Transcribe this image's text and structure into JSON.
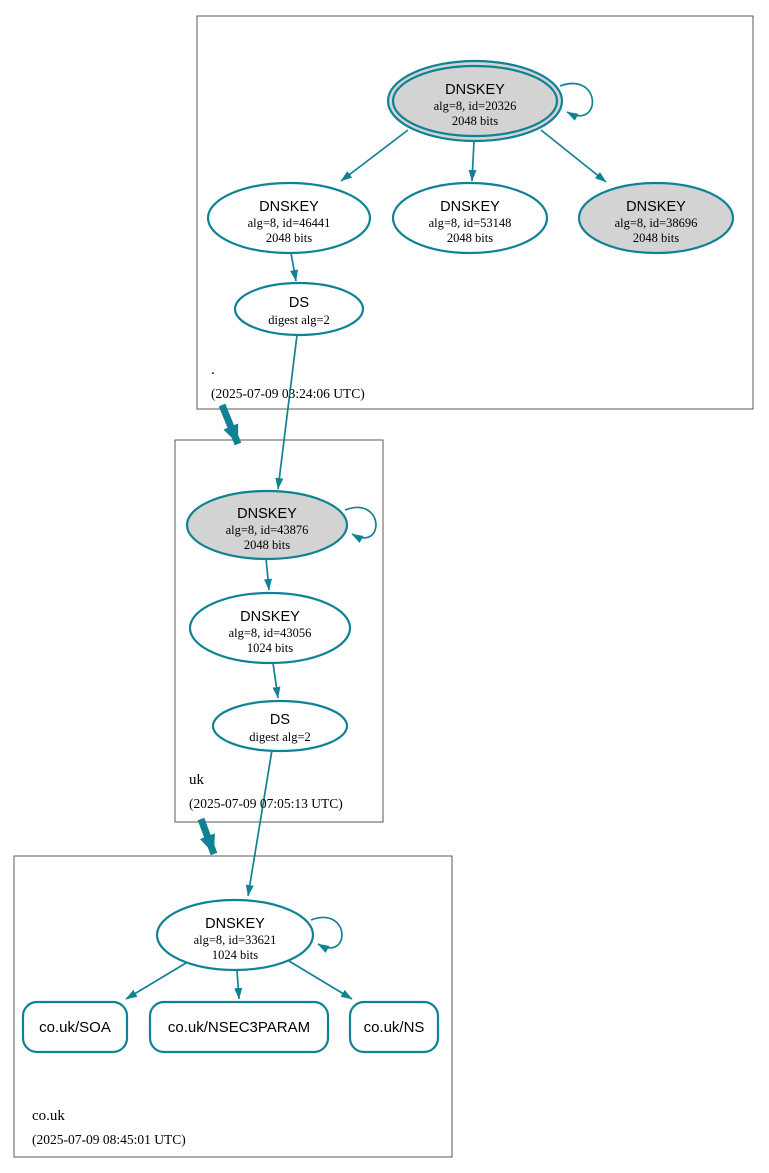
{
  "diagram_type": "dnssec-authentication-chain",
  "colors": {
    "edge": "#0f8294",
    "node_border": "#0f8294",
    "ksk_fill": "#d3d3d3",
    "node_fill": "#ffffff",
    "zone_box_border": "#595959",
    "text": "#000000"
  },
  "zones": {
    "root": {
      "label": ".",
      "timestamp": "(2025-07-09 03:24:06 UTC)",
      "ksk": {
        "title": "DNSKEY",
        "line1": "alg=8, id=20326",
        "line2": "2048 bits"
      },
      "key46441": {
        "title": "DNSKEY",
        "line1": "alg=8, id=46441",
        "line2": "2048 bits"
      },
      "key53148": {
        "title": "DNSKEY",
        "line1": "alg=8, id=53148",
        "line2": "2048 bits"
      },
      "key38696": {
        "title": "DNSKEY",
        "line1": "alg=8, id=38696",
        "line2": "2048 bits"
      },
      "ds": {
        "title": "DS",
        "line1": "digest alg=2"
      }
    },
    "uk": {
      "label": "uk",
      "timestamp": "(2025-07-09 07:05:13 UTC)",
      "ksk": {
        "title": "DNSKEY",
        "line1": "alg=8, id=43876",
        "line2": "2048 bits"
      },
      "zsk": {
        "title": "DNSKEY",
        "line1": "alg=8, id=43056",
        "line2": "1024 bits"
      },
      "ds": {
        "title": "DS",
        "line1": "digest alg=2"
      }
    },
    "couk": {
      "label": "co.uk",
      "timestamp": "(2025-07-09 08:45:01 UTC)",
      "ksk": {
        "title": "DNSKEY",
        "line1": "alg=8, id=33621",
        "line2": "1024 bits"
      },
      "rrsets": {
        "soa": "co.uk/SOA",
        "nsec3param": "co.uk/NSEC3PARAM",
        "ns": "co.uk/NS"
      }
    }
  }
}
